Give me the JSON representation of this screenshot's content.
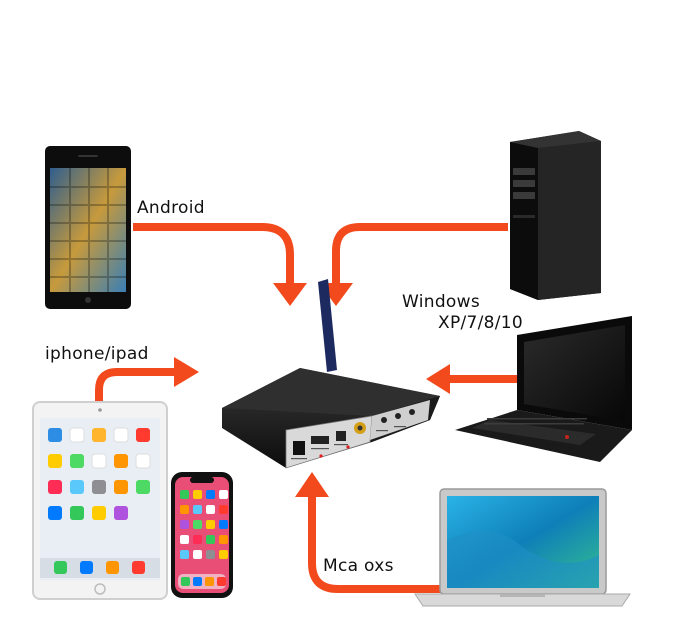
{
  "labels": {
    "android": "Android",
    "windows_line1": "Windows",
    "windows_line2": "XP/7/8/10",
    "iphone_ipad": "iphone/ipad",
    "mac": "Mca oxs"
  },
  "colors": {
    "arrow": "#f24a1d",
    "device_black": "#111111",
    "receiver_body": "#1a1a1a",
    "ios_screen": "#e9eef4",
    "mac_screen": "#1c9ad6"
  },
  "icons": [
    "android-phone-icon",
    "desktop-tower-icon",
    "laptop-icon",
    "tablet-icon",
    "iphone-icon",
    "macbook-icon",
    "receiver-icon",
    "antenna-icon"
  ]
}
